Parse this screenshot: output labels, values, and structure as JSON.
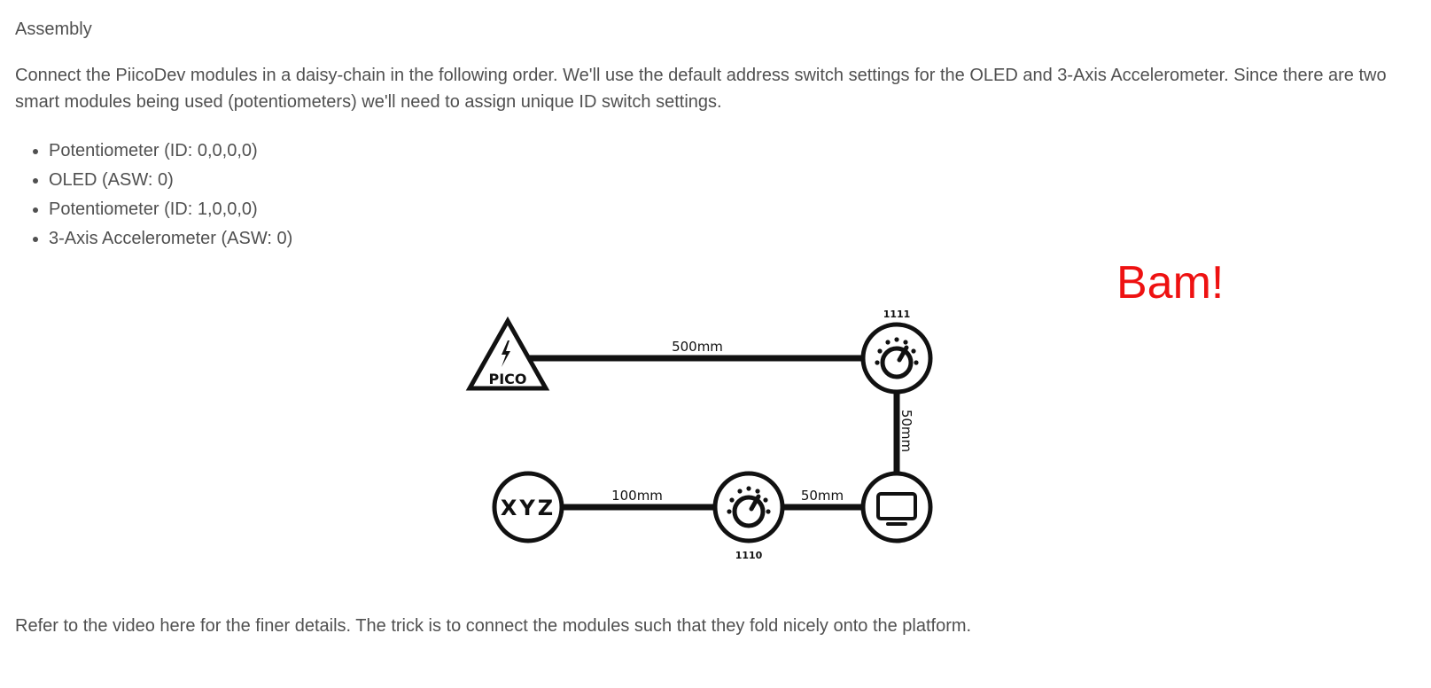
{
  "article": {
    "heading": "Assembly",
    "intro": "Connect the PiicoDev modules in a daisy-chain in the following order. We'll use the default address switch settings for the OLED and 3-Axis Accelerometer. Since there are two smart modules being used (potentiometers) we'll need to assign unique ID switch settings.",
    "modules": [
      "Potentiometer (ID: 0,0,0,0)",
      "OLED (ASW: 0)",
      "Potentiometer (ID: 1,0,0,0)",
      "3-Axis Accelerometer (ASW: 0)"
    ],
    "footer": "Refer to the video here for the finer details. The trick is to connect the modules such that they fold nicely onto the platform."
  },
  "diagram": {
    "annotation": "Bam!",
    "annotation_color": "#ee1111",
    "pico_label": "PICO",
    "accel_label": "XYZ",
    "pot_top_id": "1111",
    "pot_bottom_id": "1110",
    "cable_top": "500mm",
    "cable_right": "50mm",
    "cable_bottom_right": "50mm",
    "cable_bottom_left": "100mm",
    "icons": {
      "pico": "lightning-triangle-icon",
      "potentiometer": "knob-icon",
      "oled": "monitor-icon",
      "accelerometer": "xyz-circle-icon"
    }
  }
}
